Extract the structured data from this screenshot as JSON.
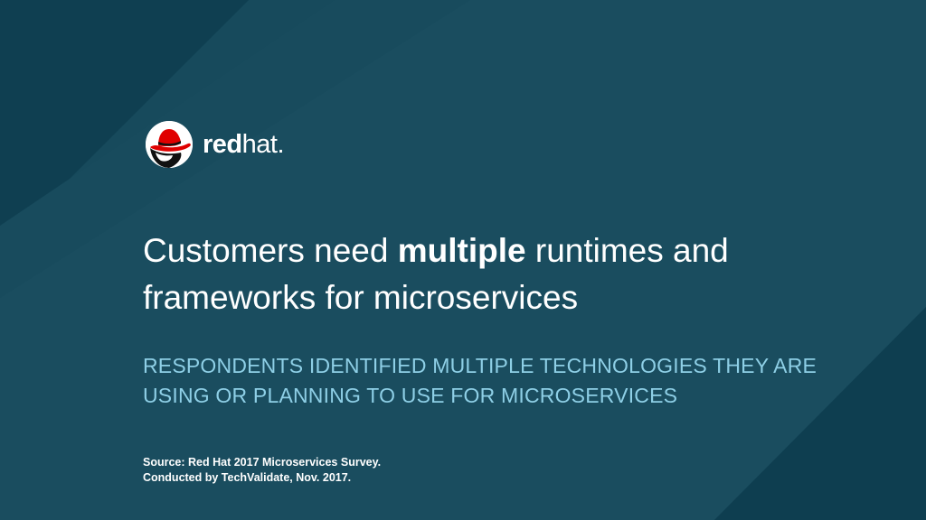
{
  "colors": {
    "background": "#174a5c",
    "accent_text": "#8ecfe6",
    "brand_red": "#e00000"
  },
  "logo": {
    "icon": "red-hat-shadowman-icon",
    "word_red": "red",
    "word_hat": "hat",
    "word_dot": "."
  },
  "title": {
    "part1": "Customers need ",
    "emphasis": "multiple",
    "part2": " runtimes and frameworks for microservices"
  },
  "subtitle": "RESPONDENTS IDENTIFIED MULTIPLE TECHNOLOGIES THEY ARE USING OR PLANNING TO USE FOR MICROSERVICES",
  "source": {
    "line1": "Source: Red Hat 2017 Microservices Survey.",
    "line2": "Conducted by TechValidate, Nov. 2017."
  }
}
